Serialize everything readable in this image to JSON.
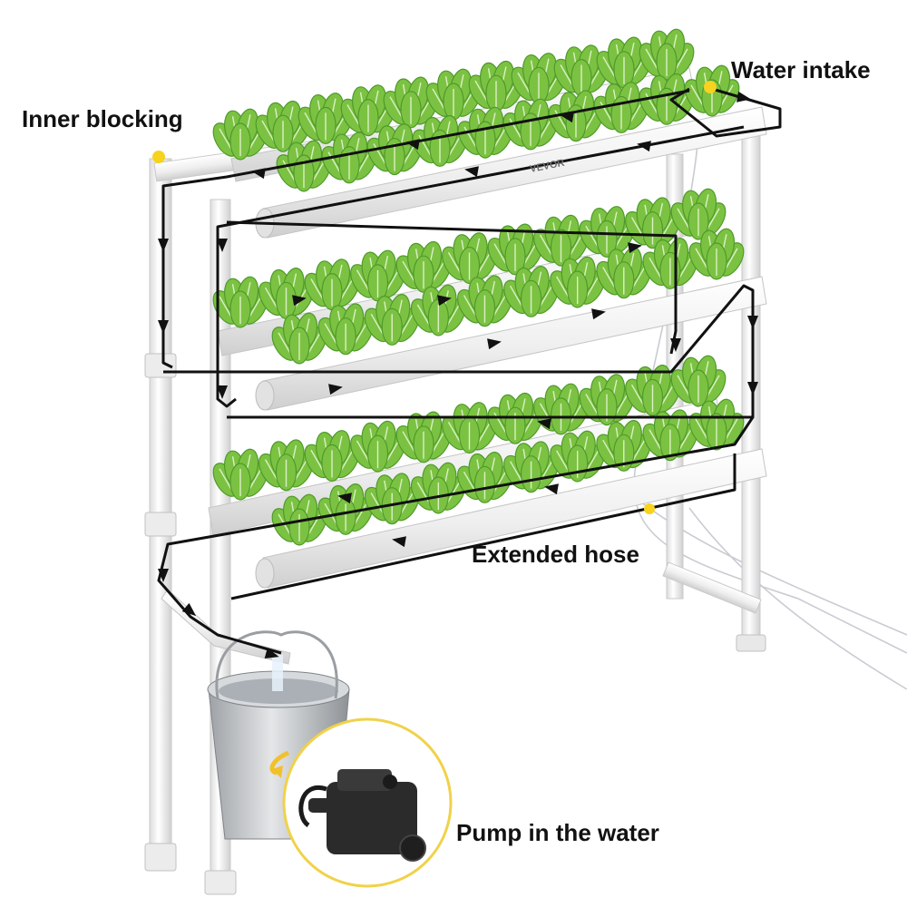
{
  "labels": {
    "water_intake": "Water intake",
    "inner_blocking": "Inner blocking",
    "extended_hose": "Extended hose",
    "pump": "Pump in the water"
  },
  "brand_mark": "VEVOR",
  "colors": {
    "pipe": "#f3f3f3",
    "pipe_shade": "#d6d6d6",
    "leaf": "#7cc242",
    "leaf_dark": "#4e9a2a",
    "flow_line": "#111111",
    "marker_dot": "#f7d21e",
    "bucket": "#b9bcc0",
    "pump": "#2b2b2b",
    "inset_ring": "#f0d24a"
  },
  "icons": [
    "flow-arrow-icon",
    "marker-dot-icon",
    "pump-icon",
    "bucket-icon"
  ]
}
